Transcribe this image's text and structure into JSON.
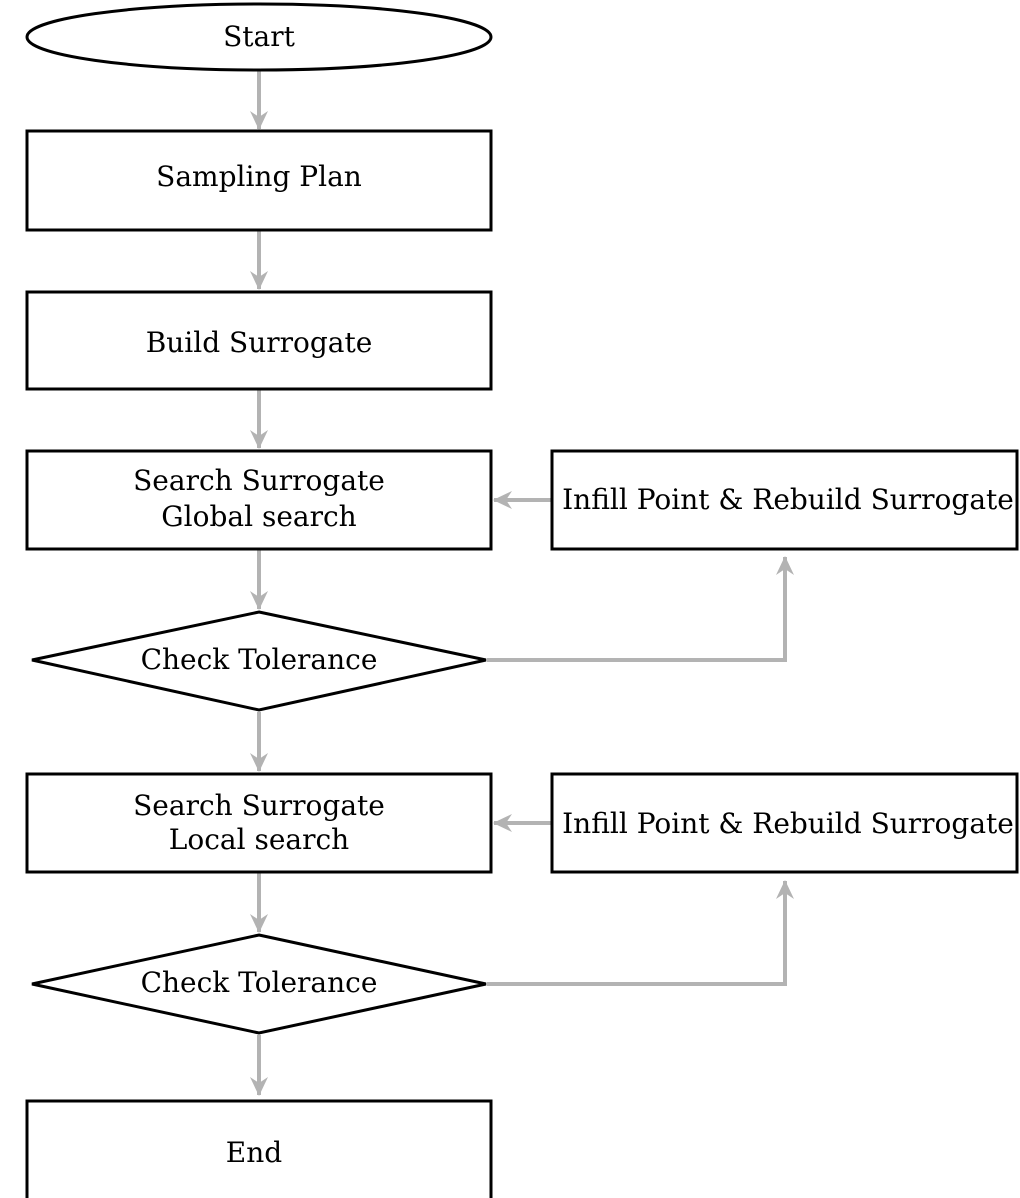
{
  "colors": {
    "node_border": "#000000",
    "node_fill": "#ffffff",
    "connector": "#b3b3b3",
    "background": "#ffffff"
  },
  "nodes": {
    "start": {
      "shape": "ellipse",
      "label": "Start"
    },
    "sampling_plan": {
      "shape": "rectangle",
      "label": "Sampling Plan"
    },
    "build_surrogate": {
      "shape": "rectangle",
      "label": "Build Surrogate"
    },
    "search_global": {
      "shape": "rectangle",
      "line1": "Search Surrogate",
      "line2": "Global search"
    },
    "infill_global": {
      "shape": "rectangle",
      "label": "Infill Point & Rebuild Surrogate"
    },
    "check_tolerance_1": {
      "shape": "diamond",
      "label": "Check Tolerance"
    },
    "search_local": {
      "shape": "rectangle",
      "line1": "Search Surrogate",
      "line2": "Local search"
    },
    "infill_local": {
      "shape": "rectangle",
      "label": "Infill Point & Rebuild Surrogate"
    },
    "check_tolerance_2": {
      "shape": "diamond",
      "label": "Check Tolerance"
    },
    "end": {
      "shape": "rectangle",
      "label": "End"
    }
  },
  "edges": [
    {
      "from": "start",
      "to": "sampling_plan"
    },
    {
      "from": "sampling_plan",
      "to": "build_surrogate"
    },
    {
      "from": "build_surrogate",
      "to": "search_global"
    },
    {
      "from": "search_global",
      "to": "check_tolerance_1"
    },
    {
      "from": "check_tolerance_1",
      "to": "infill_global"
    },
    {
      "from": "infill_global",
      "to": "search_global"
    },
    {
      "from": "check_tolerance_1",
      "to": "search_local"
    },
    {
      "from": "search_local",
      "to": "check_tolerance_2"
    },
    {
      "from": "check_tolerance_2",
      "to": "infill_local"
    },
    {
      "from": "infill_local",
      "to": "search_local"
    },
    {
      "from": "check_tolerance_2",
      "to": "end"
    }
  ]
}
